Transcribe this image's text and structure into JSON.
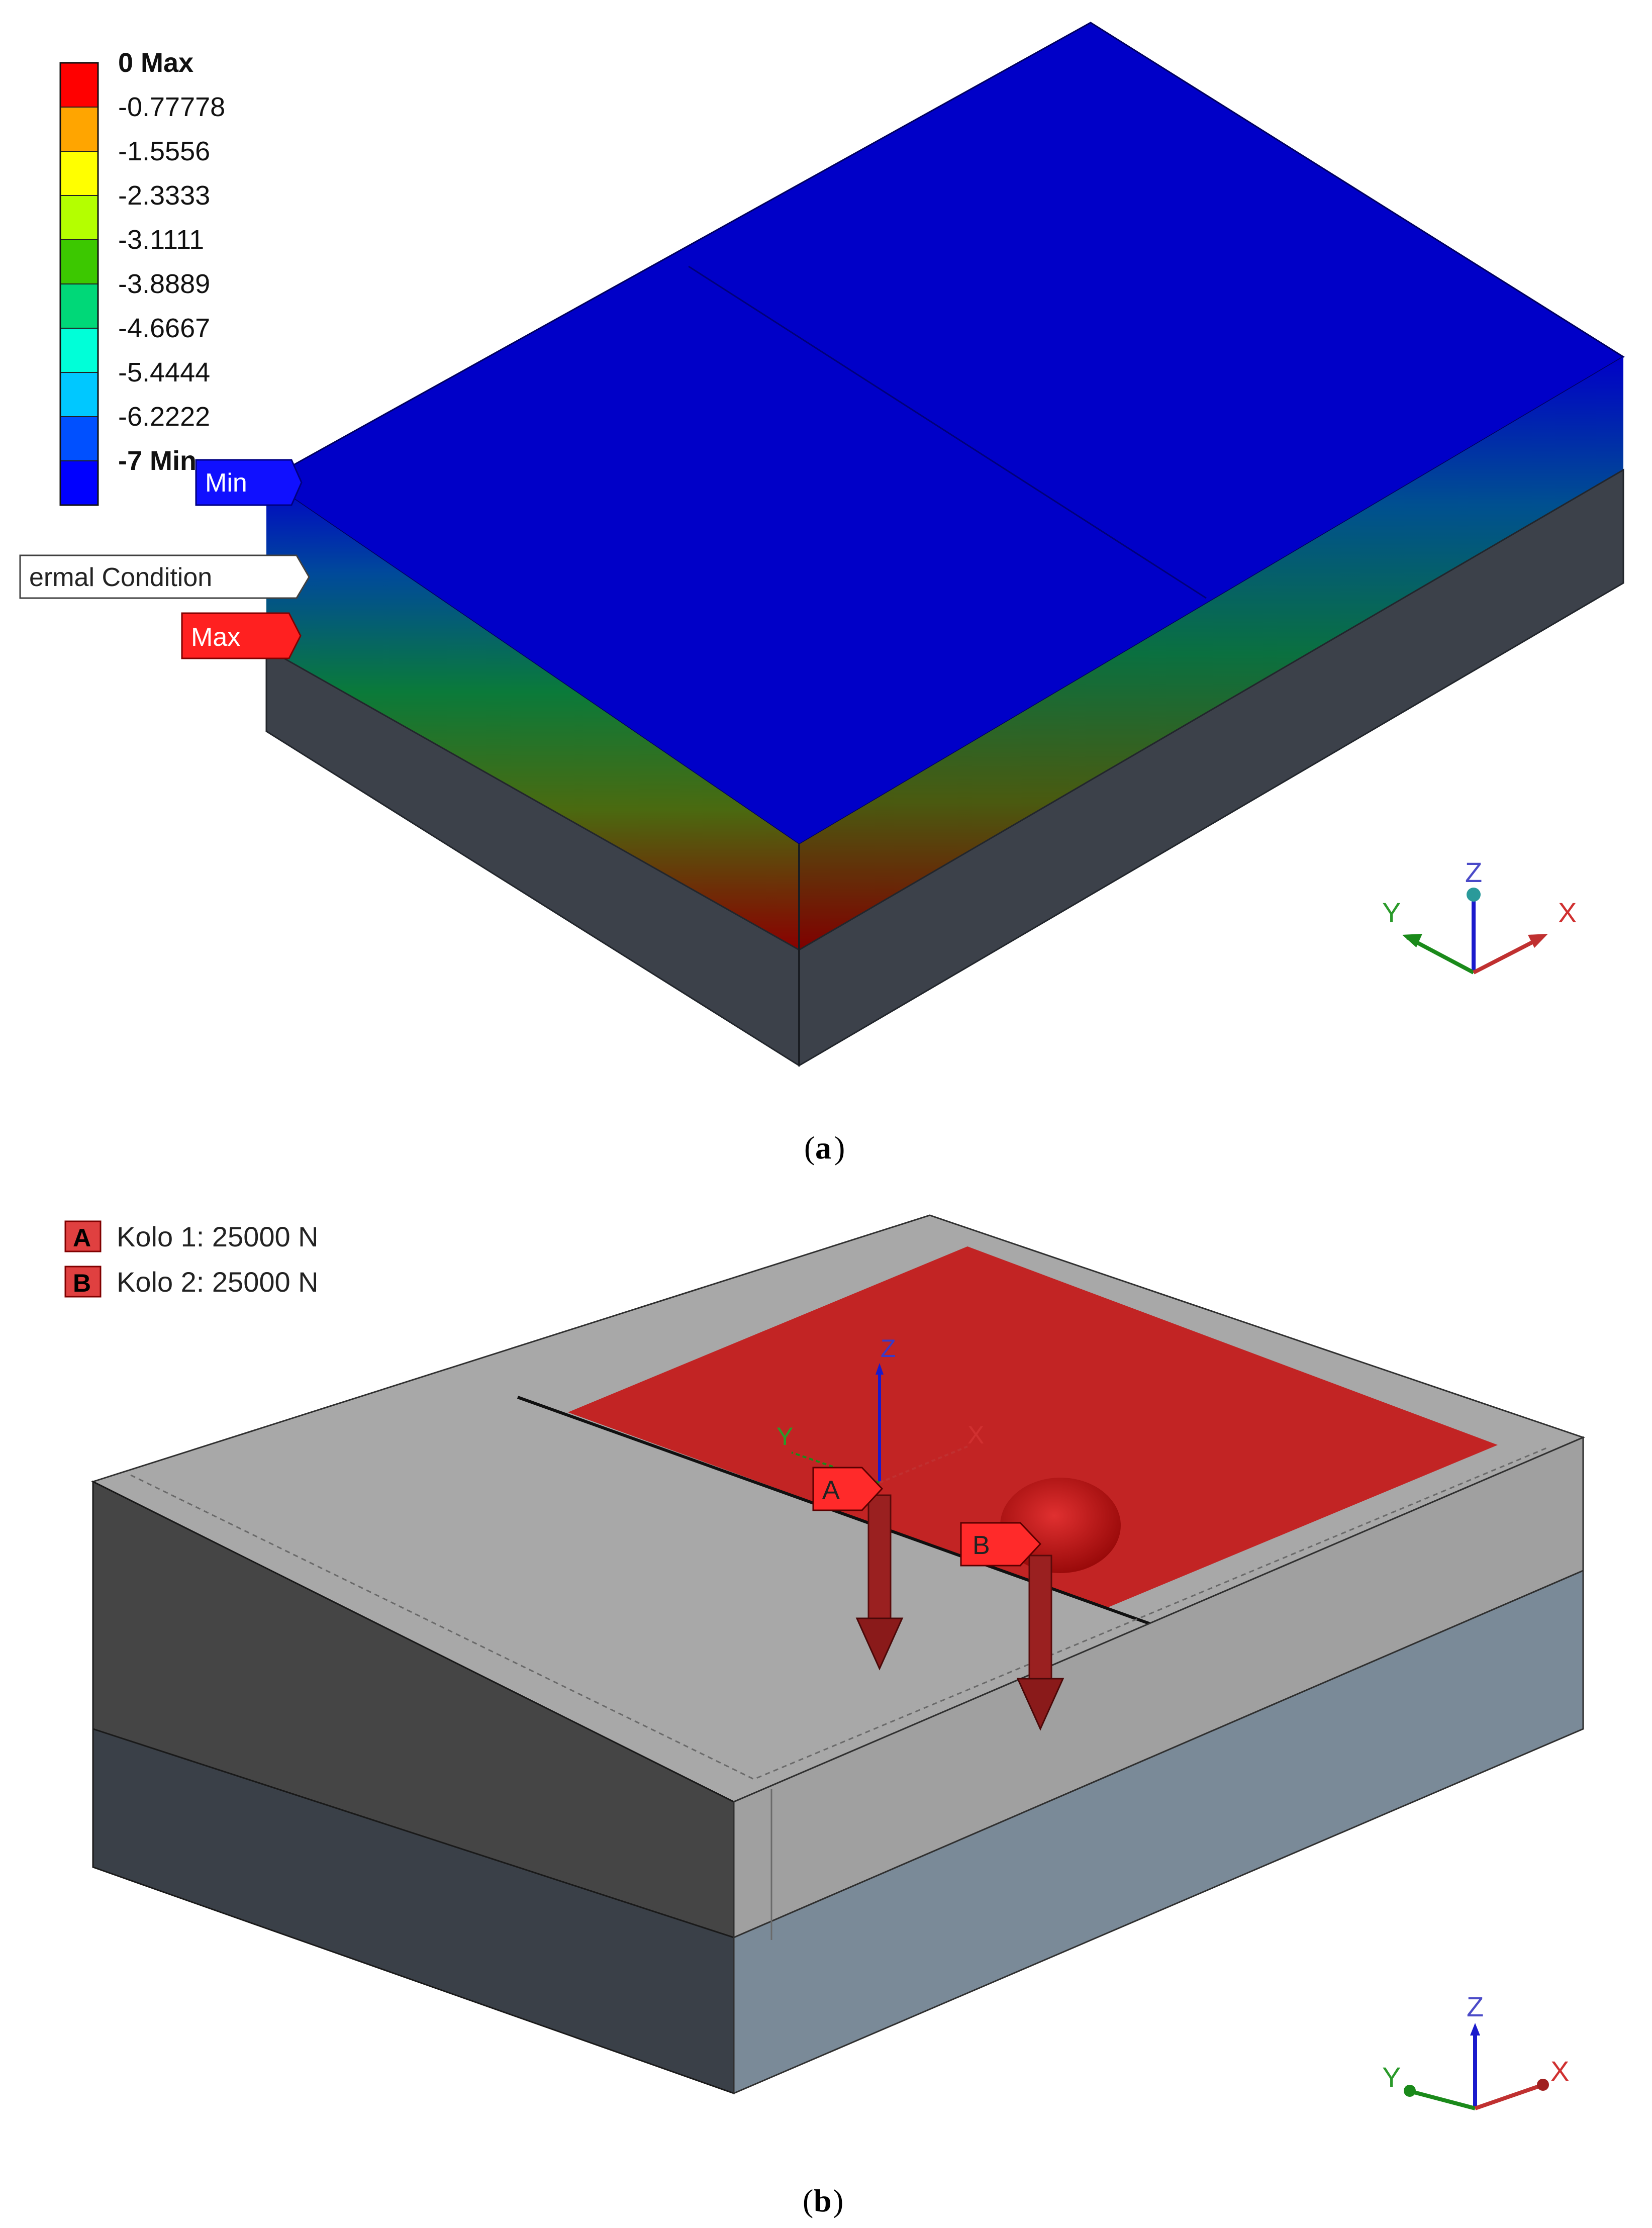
{
  "panel_a": {
    "caption_letter": "a",
    "legend": {
      "entries": [
        {
          "label": "0 Max",
          "color": "#ff0000"
        },
        {
          "label": "-0.77778",
          "color": "#ffa500"
        },
        {
          "label": "-1.5556",
          "color": "#ffff00"
        },
        {
          "label": "-2.3333",
          "color": "#b4ff00"
        },
        {
          "label": "-3.1111",
          "color": "#3cc800"
        },
        {
          "label": "-3.8889",
          "color": "#00d878"
        },
        {
          "label": "-4.6667",
          "color": "#00ffd8"
        },
        {
          "label": "-5.4444",
          "color": "#00c8ff"
        },
        {
          "label": "-6.2222",
          "color": "#0050ff"
        },
        {
          "label": "-7 Min",
          "color": "#0000ff"
        }
      ]
    },
    "tag_min": "Min",
    "tag_condition": "ermal Condition",
    "tag_max": "Max",
    "axes": {
      "x": "X",
      "y": "Y",
      "z": "Z"
    }
  },
  "panel_b": {
    "caption_letter": "b",
    "legend": [
      {
        "key": "A",
        "label": "Kolo 1: 25000 N"
      },
      {
        "key": "B",
        "label": "Kolo 2: 25000 N"
      }
    ],
    "tag_a": "A",
    "tag_b": "B",
    "local_axes": {
      "x": "X",
      "y": "Y",
      "z": "Z"
    },
    "axes": {
      "x": "X",
      "y": "Y",
      "z": "Z"
    }
  },
  "colors": {
    "result_blue": "#0000c8",
    "load_red": "#c22424",
    "tag_red": "#ff2020",
    "tag_blue": "#1010ff"
  }
}
